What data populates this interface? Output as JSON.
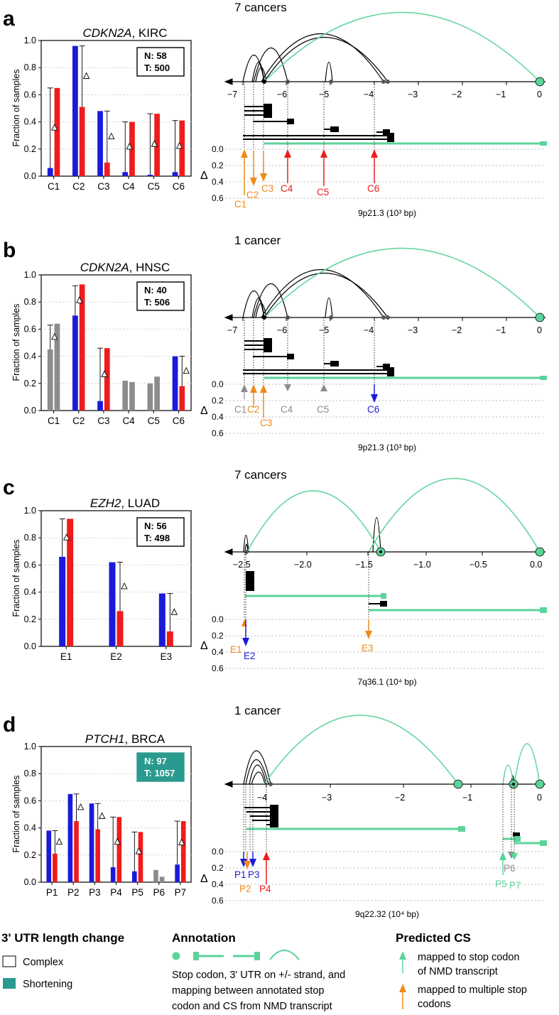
{
  "colors": {
    "blue": "#1a1adb",
    "red": "#ee1c1c",
    "gray": "#8c8c8c",
    "orange": "#ef8a1a",
    "green": "#5cd39a",
    "teal": "#2a9a8e"
  },
  "panels": [
    {
      "letter": "a",
      "gene": "CDKN2A",
      "cancer": "KIRC",
      "n_label": "N: 58",
      "t_label": "T: 500",
      "box_style": "complex",
      "ylabel": "Fraction of samples",
      "yticks": [
        "0.0",
        "0.2",
        "0.4",
        "0.6",
        "0.8",
        "1.0"
      ],
      "right_title": "7 cancers",
      "axis_label": "9p21.3 (10³ bp)",
      "axis_ticks": [
        "−7",
        "−6",
        "−5",
        "−4",
        "−3",
        "−2",
        "−1",
        "0"
      ],
      "delta_ticks": [
        "0.0",
        "0.2",
        "0.4",
        "0.6"
      ]
    },
    {
      "letter": "b",
      "gene": "CDKN2A",
      "cancer": "HNSC",
      "n_label": "N: 40",
      "t_label": "T: 506",
      "box_style": "complex",
      "ylabel": "Fraction of samples",
      "yticks": [
        "0.0",
        "0.2",
        "0.4",
        "0.6",
        "0.8",
        "1.0"
      ],
      "right_title": "1 cancer",
      "axis_label": "9p21.3 (10³ bp)",
      "axis_ticks": [
        "−7",
        "−6",
        "−5",
        "−4",
        "−3",
        "−2",
        "−1",
        "0"
      ],
      "delta_ticks": [
        "0.0",
        "0.2",
        "0.4",
        "0.6"
      ]
    },
    {
      "letter": "c",
      "gene": "EZH2",
      "cancer": "LUAD",
      "n_label": "N: 56",
      "t_label": "T: 498",
      "box_style": "complex",
      "ylabel": "Fraction of samples",
      "yticks": [
        "0.0",
        "0.2",
        "0.4",
        "0.6",
        "0.8",
        "1.0"
      ],
      "right_title": "7 cancers",
      "axis_label": "7q36.1 (10⁴ bp)",
      "axis_ticks": [
        "−2.5",
        "−2.0",
        "−1.5",
        "−1.0",
        "−0.5",
        "0.0"
      ],
      "delta_ticks": [
        "0.0",
        "0.2",
        "0.4",
        "0.6"
      ]
    },
    {
      "letter": "d",
      "gene": "PTCH1",
      "cancer": "BRCA",
      "n_label": "N: 97",
      "t_label": "T: 1057",
      "box_style": "shortening",
      "ylabel": "Fraction of samples",
      "yticks": [
        "0.0",
        "0.2",
        "0.4",
        "0.6",
        "0.8",
        "1.0"
      ],
      "right_title": "1 cancer",
      "axis_label": "9q22.32 (10⁴ bp)",
      "axis_ticks": [
        "−4",
        "−3",
        "−2",
        "−1",
        "0"
      ],
      "delta_ticks": [
        "0.0",
        "0.2",
        "0.4",
        "0.6"
      ]
    }
  ],
  "chart_data": [
    {
      "type": "bar",
      "panel": "a",
      "title": "CDKN2A, KIRC",
      "ylabel": "Fraction of samples",
      "ylim": [
        0,
        1.0
      ],
      "categories": [
        "C1",
        "C2",
        "C3",
        "C4",
        "C5",
        "C6"
      ],
      "normal": [
        0.06,
        0.96,
        0.48,
        0.03,
        0.01,
        0.03
      ],
      "tumor": [
        0.65,
        0.51,
        0.1,
        0.4,
        0.46,
        0.41
      ],
      "bar_colors": [
        [
          "blue",
          "red"
        ],
        [
          "blue",
          "red"
        ],
        [
          "blue",
          "red"
        ],
        [
          "blue",
          "red"
        ],
        [
          "blue",
          "red"
        ],
        [
          "blue",
          "red"
        ]
      ],
      "delta_whiskers": [
        0.65,
        0.96,
        0.48,
        0.4,
        0.46,
        0.41
      ]
    },
    {
      "type": "bar",
      "panel": "b",
      "title": "CDKN2A, HNSC",
      "ylabel": "Fraction of samples",
      "ylim": [
        0,
        1.0
      ],
      "categories": [
        "C1",
        "C2",
        "C3",
        "C4",
        "C5",
        "C6"
      ],
      "normal": [
        0.45,
        0.7,
        0.07,
        0.22,
        0.2,
        0.4
      ],
      "tumor": [
        0.64,
        0.93,
        0.46,
        0.21,
        0.25,
        0.18
      ],
      "bar_colors": [
        [
          "gray",
          "gray"
        ],
        [
          "blue",
          "red"
        ],
        [
          "blue",
          "red"
        ],
        [
          "gray",
          "gray"
        ],
        [
          "gray",
          "gray"
        ],
        [
          "blue",
          "red"
        ]
      ],
      "delta_whiskers": [
        0.63,
        0.92,
        0.46,
        null,
        null,
        0.4
      ]
    },
    {
      "type": "bar",
      "panel": "c",
      "title": "EZH2, LUAD",
      "ylabel": "Fraction of samples",
      "ylim": [
        0,
        1.0
      ],
      "categories": [
        "E1",
        "E2",
        "E3"
      ],
      "normal": [
        0.66,
        0.62,
        0.39
      ],
      "tumor": [
        0.94,
        0.26,
        0.11
      ],
      "bar_colors": [
        [
          "blue",
          "red"
        ],
        [
          "blue",
          "red"
        ],
        [
          "blue",
          "red"
        ]
      ],
      "delta_whiskers": [
        0.94,
        0.62,
        0.39
      ]
    },
    {
      "type": "bar",
      "panel": "d",
      "title": "PTCH1, BRCA",
      "ylabel": "Fraction of samples",
      "ylim": [
        0,
        1.0
      ],
      "categories": [
        "P1",
        "P2",
        "P3",
        "P4",
        "P5",
        "P6",
        "P7"
      ],
      "normal": [
        0.38,
        0.65,
        0.58,
        0.11,
        0.08,
        0.09,
        0.13
      ],
      "tumor": [
        0.21,
        0.45,
        0.39,
        0.48,
        0.37,
        0.04,
        0.45
      ],
      "bar_colors": [
        [
          "blue",
          "red"
        ],
        [
          "blue",
          "red"
        ],
        [
          "blue",
          "red"
        ],
        [
          "blue",
          "red"
        ],
        [
          "blue",
          "red"
        ],
        [
          "gray",
          "gray"
        ],
        [
          "blue",
          "red"
        ]
      ],
      "delta_whiskers": [
        0.38,
        0.65,
        0.58,
        0.48,
        0.37,
        null,
        0.45
      ]
    }
  ],
  "cs_sites": [
    {
      "panel": "a",
      "labels": [
        "C1",
        "C2",
        "C3",
        "C4",
        "C5",
        "C6"
      ],
      "colors": [
        "orange",
        "orange",
        "orange",
        "red",
        "red",
        "red"
      ],
      "dirs": [
        "up",
        "down",
        "down",
        "up",
        "up",
        "up"
      ]
    },
    {
      "panel": "b",
      "labels": [
        "C1",
        "C2",
        "C3",
        "C4",
        "C5",
        "C6"
      ],
      "colors": [
        "gray",
        "orange",
        "orange",
        "gray",
        "gray",
        "blue"
      ],
      "dirs": [
        "up",
        "up",
        "up",
        "down",
        "up",
        "down"
      ]
    },
    {
      "panel": "c",
      "labels": [
        "E1",
        "E2"
      ],
      "colors": [
        "orange",
        "blue"
      ],
      "dirs": [
        "up",
        "down"
      ]
    },
    {
      "panel": "c2",
      "labels": [
        "E3"
      ],
      "colors": [
        "orange"
      ],
      "dirs": [
        "down"
      ]
    },
    {
      "panel": "d",
      "labels": [
        "P1",
        "P2",
        "P3",
        "P4"
      ],
      "colors": [
        "blue",
        "orange",
        "blue",
        "red"
      ],
      "dirs": [
        "down",
        "down",
        "down",
        "up"
      ]
    },
    {
      "panel": "d2",
      "labels": [
        "P5",
        "P6",
        "P7"
      ],
      "colors": [
        "green",
        "gray",
        "green"
      ],
      "dirs": [
        "up",
        "down",
        "down"
      ]
    }
  ],
  "legend": {
    "utr_title": "3' UTR length change",
    "complex_label": "Complex",
    "shortening_label": "Shortening",
    "annotation_title": "Annotation",
    "annotation_text": [
      "Stop codon, 3' UTR on +/- strand, and",
      "mapping between annotated stop",
      "codon and CS from NMD transcript"
    ],
    "predicted_title": "Predicted CS",
    "pred_green_text": [
      "mapped to stop codon",
      "of NMD transcript"
    ],
    "pred_orange_text": [
      "mapped to multiple stop",
      "codons"
    ]
  },
  "delta_symbol": "Δ"
}
